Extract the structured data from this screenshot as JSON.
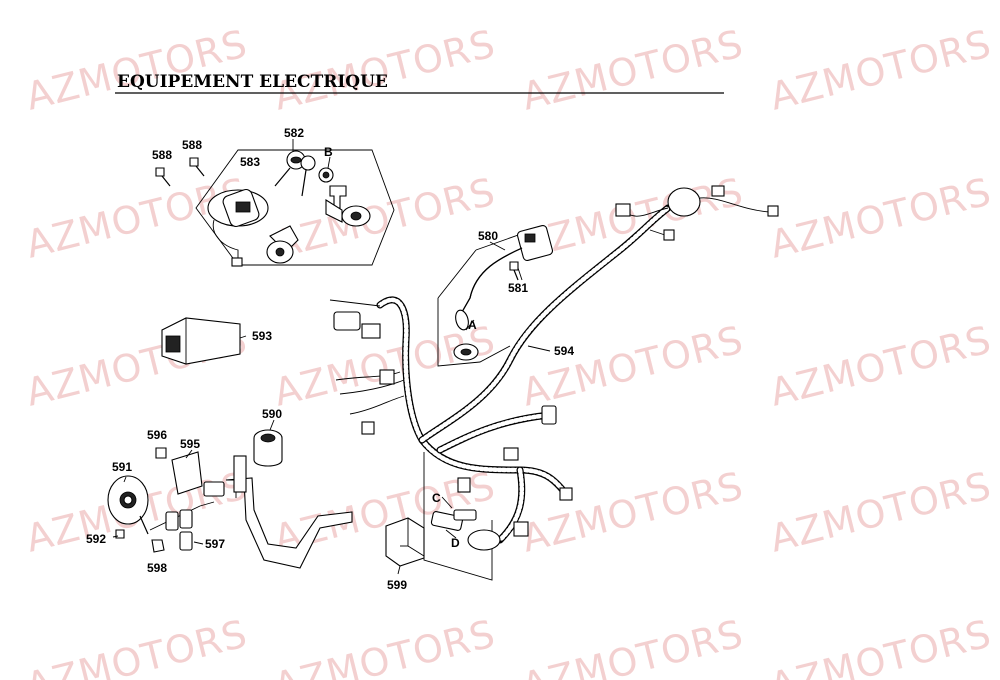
{
  "title": "EQUIPEMENT ELECTRIQUE",
  "watermark": "AZMOTORS",
  "colors": {
    "watermark": "#f2c8c8",
    "ink": "#000000"
  },
  "callouts": {
    "p588a": "588",
    "p588b": "588",
    "p583": "583",
    "p582": "582",
    "pB": "B",
    "p580": "580",
    "p581": "581",
    "pA": "A",
    "p594": "594",
    "p593": "593",
    "p590": "590",
    "p596": "596",
    "p595": "595",
    "p591": "591",
    "p592": "592",
    "p598": "598",
    "p597": "597",
    "p599": "599",
    "pC": "C",
    "pD": "D"
  }
}
